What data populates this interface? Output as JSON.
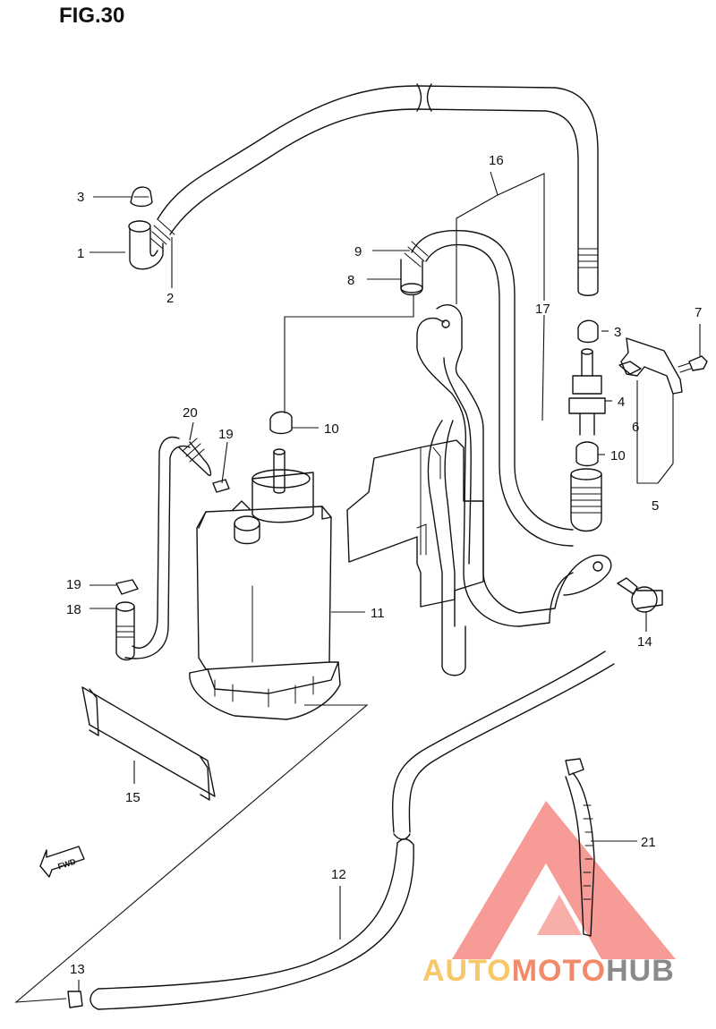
{
  "figure": {
    "title": "FIG.30"
  },
  "labels": {
    "p1": "1",
    "p2": "2",
    "p3a": "3",
    "p3b": "3",
    "p4": "4",
    "p5": "5",
    "p6": "6",
    "p7": "7",
    "p8": "8",
    "p9": "9",
    "p10a": "10",
    "p10b": "10",
    "p11": "11",
    "p12": "12",
    "p13": "13",
    "p14": "14",
    "p15": "15",
    "p16": "16",
    "p17": "17",
    "p18": "18",
    "p19a": "19",
    "p19b": "19",
    "p20": "20",
    "p21": "21"
  },
  "fwd": "FWD",
  "watermark": {
    "part1": "AUTO",
    "part2": "MOTO",
    "part3": "HUB",
    "colors": {
      "auto": "#f7c86a",
      "moto": "#f28a6a",
      "hub": "#8a8a8a",
      "logo": "#f47a72"
    }
  }
}
